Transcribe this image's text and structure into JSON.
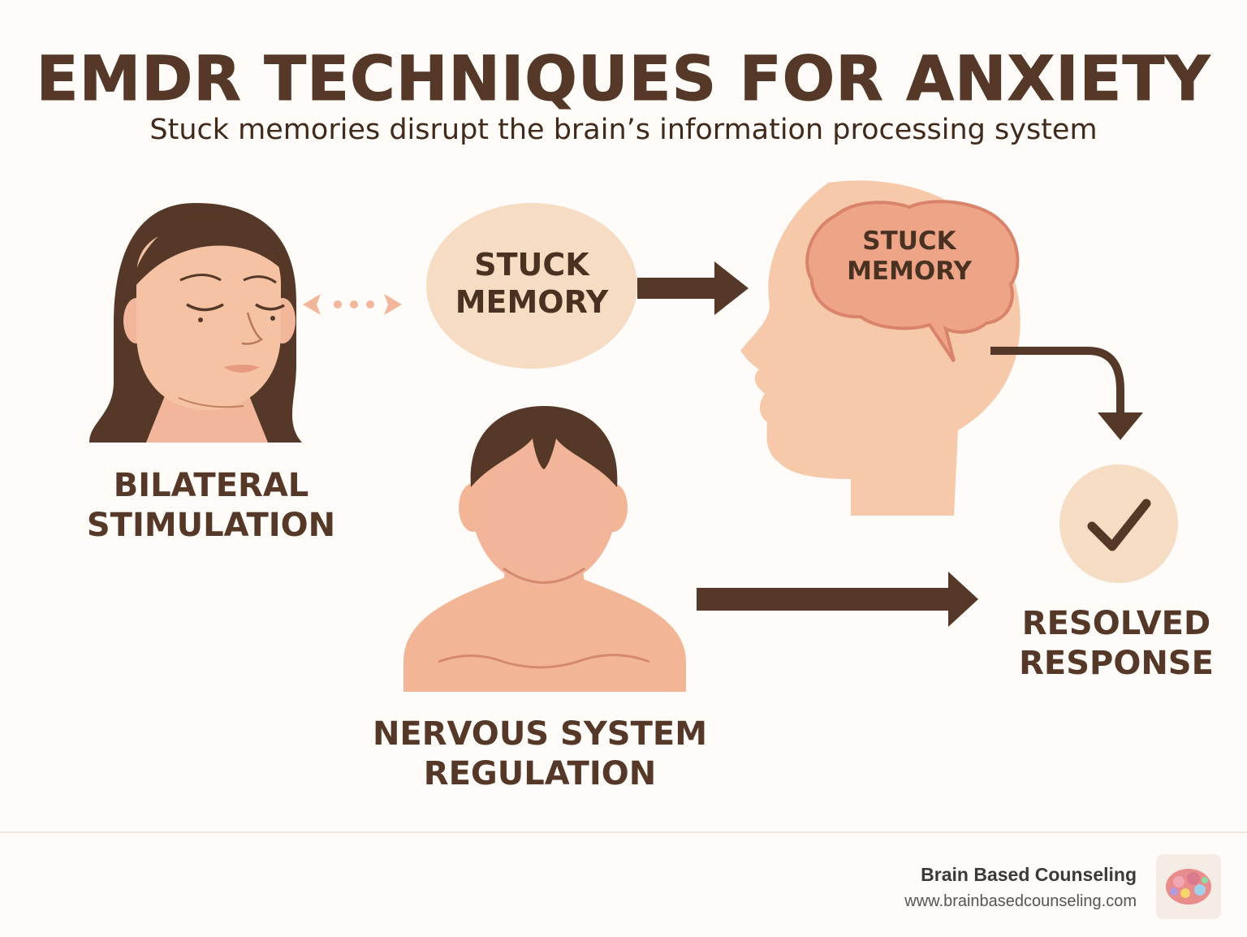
{
  "header": {
    "title": "EMDR TECHNIQUES FOR ANXIETY",
    "subtitle": "Stuck memories disrupt the brain’s information processing system"
  },
  "nodes": {
    "bilateral": {
      "line1": "BILATERAL",
      "line2": "STIMULATION"
    },
    "stuck_bubble": {
      "line1": "STUCK",
      "line2": "MEMORY"
    },
    "brain_bubble": {
      "line1": "STUCK",
      "line2": "MEMORY"
    },
    "nervous": {
      "line1": "NERVOUS SYSTEM",
      "line2": "REGULATION"
    },
    "resolved": {
      "line1": "RESOLVED",
      "line2": "RESPONSE"
    }
  },
  "footer": {
    "brand_name": "Brain Based Counseling",
    "brand_url": "www.brainbasedcounseling.com"
  },
  "colors": {
    "brown": "#553827",
    "skin": "#f5c9a7",
    "skin_dark": "#f1b08f",
    "bubble": "#f6dcc3",
    "brain": "#eea487",
    "background": "#fefbf8"
  }
}
